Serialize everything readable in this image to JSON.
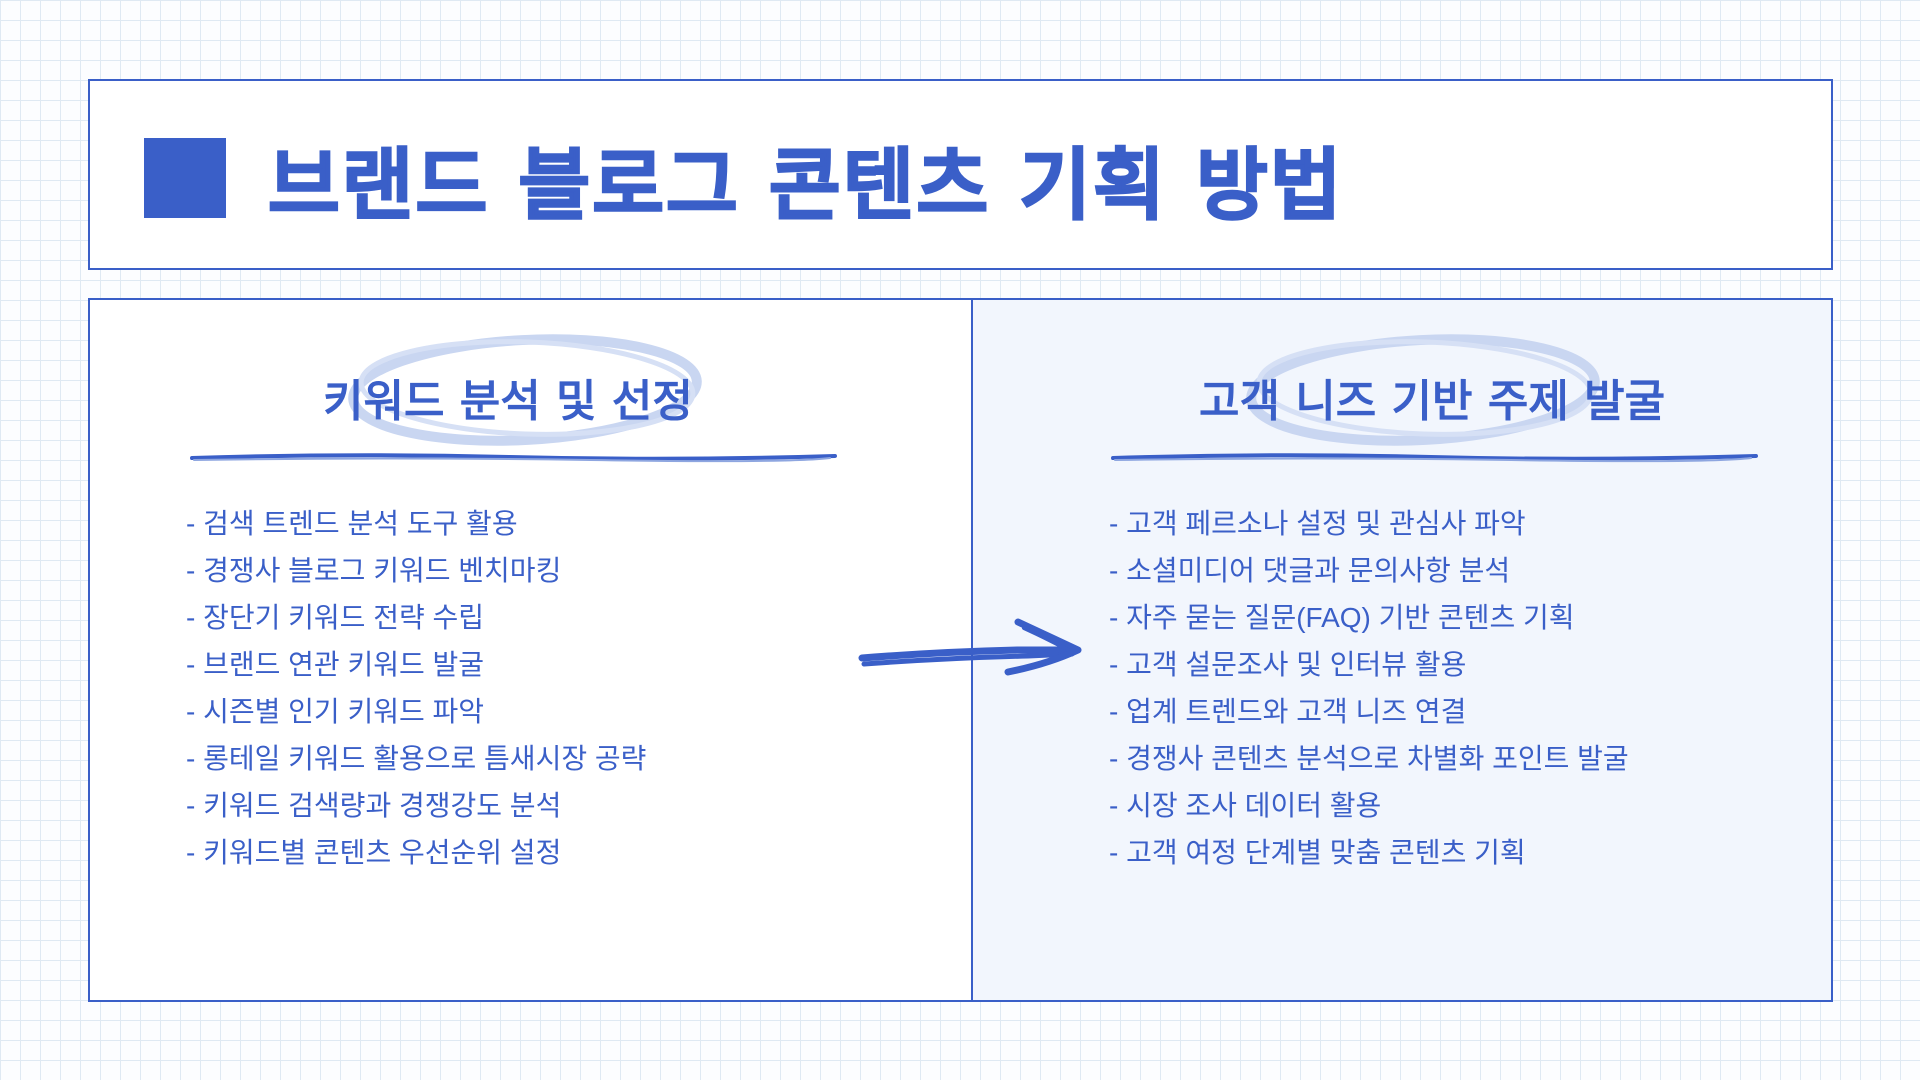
{
  "title": "브랜드 블로그 콘텐츠 기획 방법",
  "accent_color": "#3a5fc8",
  "left_panel": {
    "heading": "키워드 분석 및 선정",
    "items": [
      "- 검색 트렌드 분석 도구 활용",
      "- 경쟁사 블로그 키워드 벤치마킹",
      "- 장단기 키워드 전략 수립",
      "- 브랜드 연관 키워드 발굴",
      "- 시즌별 인기 키워드 파악",
      "- 롱테일 키워드 활용으로 틈새시장 공략",
      "- 키워드 검색량과 경쟁강도 분석",
      "- 키워드별 콘텐츠 우선순위 설정"
    ]
  },
  "right_panel": {
    "heading": "고객 니즈 기반 주제 발굴",
    "items": [
      "- 고객 페르소나 설정 및 관심사 파악",
      "- 소셜미디어 댓글과 문의사항 분석",
      "- 자주 묻는 질문(FAQ) 기반 콘텐츠 기획",
      "- 고객 설문조사 및 인터뷰 활용",
      "- 업계 트렌드와 고객 니즈 연결",
      "- 경쟁사 콘텐츠 분석으로 차별화 포인트 발굴",
      "- 시장 조사 데이터 활용",
      "- 고객 여정 단계별 맞춤 콘텐츠 기획"
    ]
  },
  "icons": {
    "title_marker": "square-marker-icon",
    "connector": "hand-drawn-arrow-icon"
  }
}
